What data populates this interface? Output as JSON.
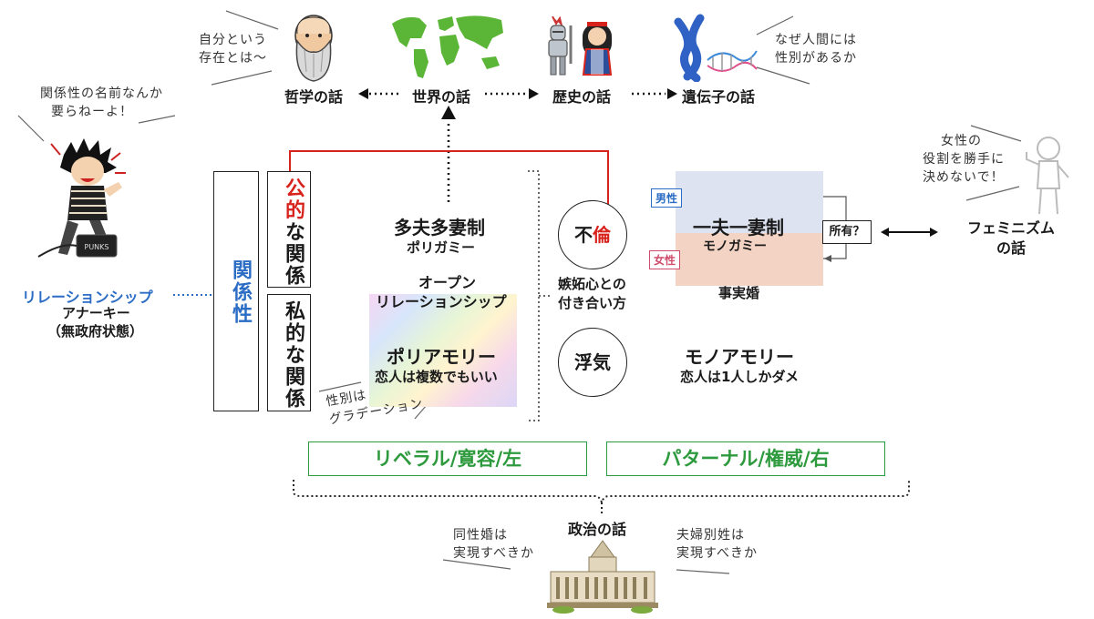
{
  "colors": {
    "accent_blue": "#2b6cc4",
    "accent_red": "#d8231c",
    "green": "#2e9a3e",
    "male_fill": "#dde3f0",
    "female_fill": "#f3d4c4"
  },
  "top_topics": {
    "philosophy": "哲学の話",
    "world": "世界の話",
    "history": "歴史の話",
    "genetics": "遺伝子の話"
  },
  "bubbles": {
    "philosopher": [
      "自分という",
      "存在とは〜"
    ],
    "dna": [
      "なぜ人間には",
      "性別があるか"
    ],
    "punk": [
      "関係性の名前なんか",
      "要らねーよ！"
    ],
    "feminist": [
      "女性の",
      "役割を勝手に",
      "決めないで！"
    ],
    "gradient": [
      "性別は",
      "グラデーション"
    ],
    "same_sex": [
      "同性婚は",
      "実現すべきか"
    ],
    "surname": [
      "夫婦別姓は",
      "実現すべきか"
    ]
  },
  "left": {
    "relationship_ship": "リレーションシップ",
    "anarchy": "アナーキー",
    "anarchy_sub": "（無政府状態）",
    "punk_amp_label": "PUNKS"
  },
  "relation_box": "関係性",
  "public_red": "公的",
  "public_rest": "な関係",
  "private": "私的な関係",
  "center": {
    "polygamy": "多夫多妻制",
    "polygamy_kana": "ポリガミー",
    "open_rel_1": "オープン",
    "open_rel_2": "リレーションシップ",
    "polyamory": "ポリアモリー",
    "polyamory_sub": "恋人は複数でもいい"
  },
  "circles": {
    "affair_1": "不",
    "affair_2": "倫",
    "cheating": "浮気"
  },
  "jealousy": [
    "嫉妬心との",
    "付き合い方"
  ],
  "right": {
    "male": "男性",
    "female": "女性",
    "monogamy": "一夫一妻制",
    "monogamy_kana": "モノガミー",
    "ownership": "所有？",
    "de_facto": "事実婚",
    "monoamory": "モノアモリー",
    "monoamory_sub": "恋人は1人しかダメ",
    "feminism_1": "フェミニズム",
    "feminism_2": "の話"
  },
  "politics": {
    "liberal": "リベラル/寛容/左",
    "paternal": "パターナル/権威/右",
    "label": "政治の話"
  },
  "icons": [
    "philosopher-icon",
    "world-map-icon",
    "knight-icon",
    "princess-icon",
    "dna-icon",
    "punk-rocker-icon",
    "stick-figure-icon",
    "parliament-building-icon"
  ]
}
